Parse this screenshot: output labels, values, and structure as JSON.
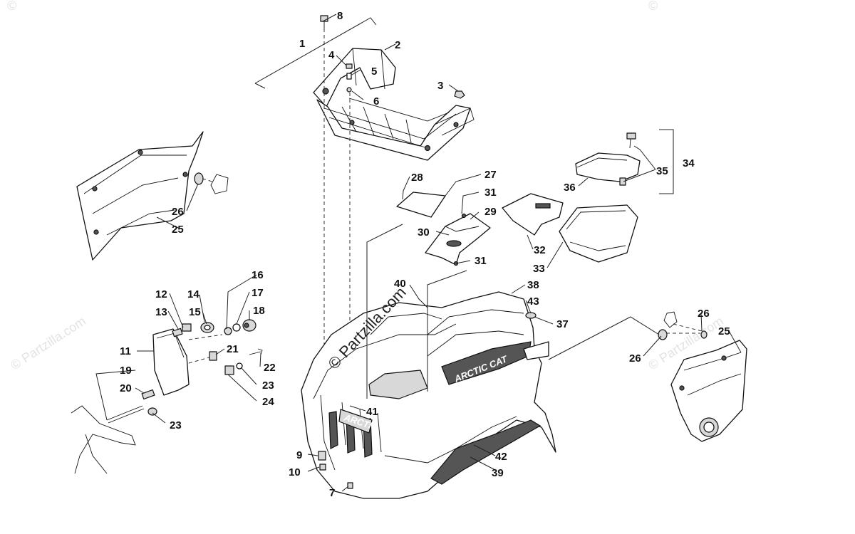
{
  "watermarks": {
    "main": "© Partzilla.com",
    "left": "© Partzilla.com",
    "right": "© Partzilla.com",
    "corner_left": "©",
    "corner_right": "©"
  },
  "decals": {
    "side_brand": "ARCTIC CAT",
    "grille_brand": "ARCTIC CAT"
  },
  "callouts": [
    {
      "id": "c1",
      "label": "1"
    },
    {
      "id": "c2",
      "label": "2"
    },
    {
      "id": "c3",
      "label": "3"
    },
    {
      "id": "c4",
      "label": "4"
    },
    {
      "id": "c5",
      "label": "5"
    },
    {
      "id": "c6",
      "label": "6"
    },
    {
      "id": "c7",
      "label": "7"
    },
    {
      "id": "c8",
      "label": "8"
    },
    {
      "id": "c9",
      "label": "9"
    },
    {
      "id": "c10",
      "label": "10"
    },
    {
      "id": "c11",
      "label": "11"
    },
    {
      "id": "c12",
      "label": "12"
    },
    {
      "id": "c13",
      "label": "13"
    },
    {
      "id": "c14",
      "label": "14"
    },
    {
      "id": "c15",
      "label": "15"
    },
    {
      "id": "c16",
      "label": "16"
    },
    {
      "id": "c17",
      "label": "17"
    },
    {
      "id": "c18",
      "label": "18"
    },
    {
      "id": "c19",
      "label": "19"
    },
    {
      "id": "c20",
      "label": "20"
    },
    {
      "id": "c21",
      "label": "21"
    },
    {
      "id": "c22",
      "label": "22"
    },
    {
      "id": "c23a",
      "label": "23"
    },
    {
      "id": "c23b",
      "label": "23"
    },
    {
      "id": "c24",
      "label": "24"
    },
    {
      "id": "c25a",
      "label": "25"
    },
    {
      "id": "c25b",
      "label": "25"
    },
    {
      "id": "c26a",
      "label": "26"
    },
    {
      "id": "c26b",
      "label": "26"
    },
    {
      "id": "c26c",
      "label": "26"
    },
    {
      "id": "c27",
      "label": "27"
    },
    {
      "id": "c28",
      "label": "28"
    },
    {
      "id": "c29",
      "label": "29"
    },
    {
      "id": "c30",
      "label": "30"
    },
    {
      "id": "c31a",
      "label": "31"
    },
    {
      "id": "c31b",
      "label": "31"
    },
    {
      "id": "c32",
      "label": "32"
    },
    {
      "id": "c33",
      "label": "33"
    },
    {
      "id": "c34",
      "label": "34"
    },
    {
      "id": "c35",
      "label": "35"
    },
    {
      "id": "c36",
      "label": "36"
    },
    {
      "id": "c37",
      "label": "37"
    },
    {
      "id": "c38",
      "label": "38"
    },
    {
      "id": "c39",
      "label": "39"
    },
    {
      "id": "c40",
      "label": "40"
    },
    {
      "id": "c41",
      "label": "41"
    },
    {
      "id": "c42",
      "label": "42"
    },
    {
      "id": "c43",
      "label": "43"
    }
  ]
}
